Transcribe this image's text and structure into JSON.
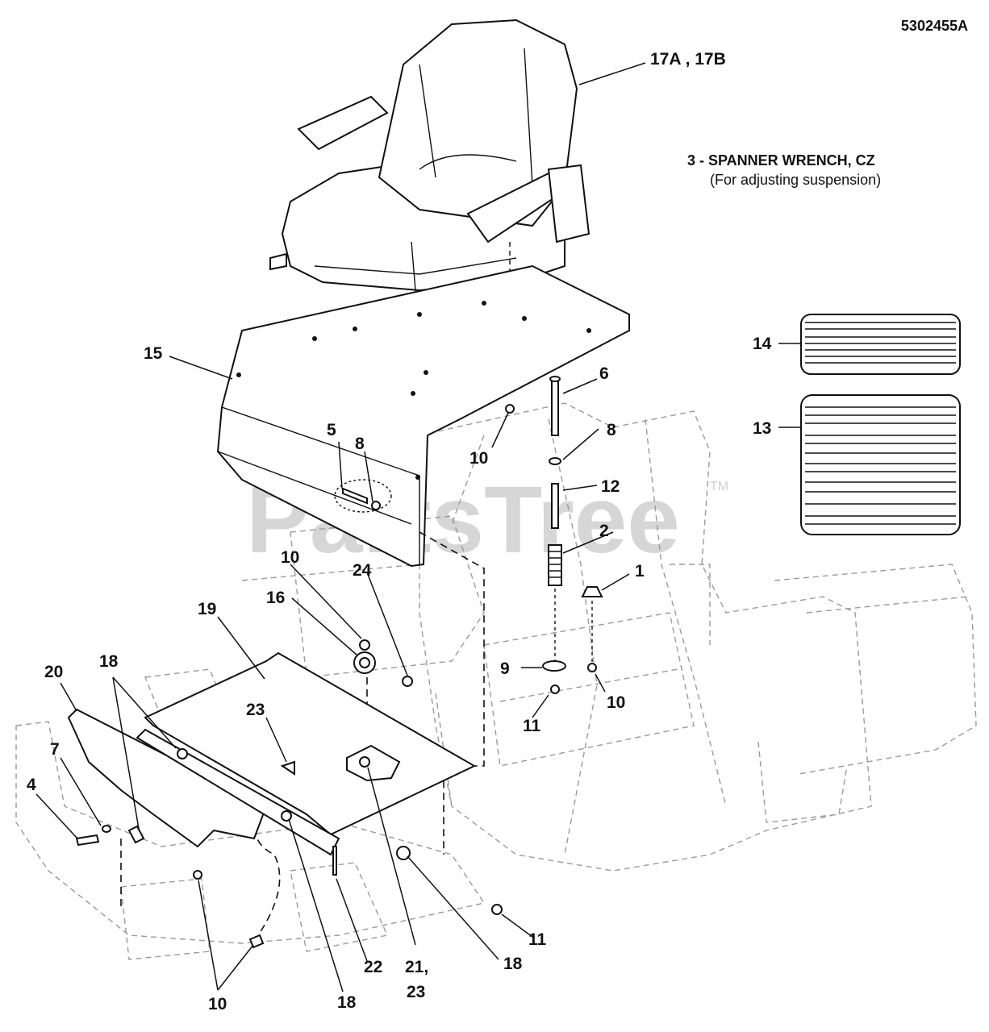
{
  "drawing_number": "5302455A",
  "watermark": {
    "brand": "PartsTree",
    "tm": "TM"
  },
  "note": {
    "title": "3 - SPANNER WRENCH, CZ",
    "subtitle": "(For adjusting suspension)"
  },
  "callouts": {
    "c17": "17A , 17B",
    "c15": "15",
    "c14": "14",
    "c13": "13",
    "c6": "6",
    "c8a": "8",
    "c10a": "10",
    "c5": "5",
    "c8b": "8",
    "c12": "12",
    "c2": "2",
    "c1": "1",
    "c10b": "10",
    "c24": "24",
    "c16": "16",
    "c19": "19",
    "c9": "9",
    "c10c": "10",
    "c11a": "11",
    "c20": "20",
    "c18a": "18",
    "c23": "23",
    "c7": "7",
    "c4": "4",
    "c11b": "11",
    "c18b": "18",
    "c22": "22",
    "c21": "21,",
    "c21b": "23",
    "c18c": "18",
    "c10d": "10"
  }
}
